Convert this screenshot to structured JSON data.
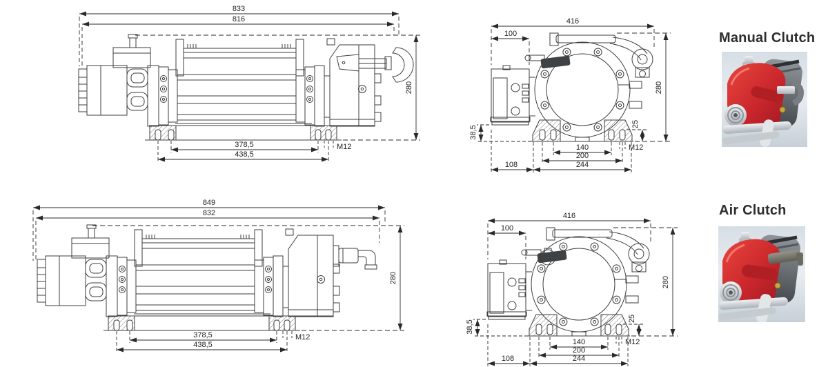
{
  "sections": {
    "manual": {
      "title": "Manual Clutch"
    },
    "air": {
      "title": "Air Clutch"
    }
  },
  "drawings": {
    "manual_side": {
      "overall_length": "833",
      "body_length": "816",
      "height": "280",
      "mount_span_inner": "378,5",
      "mount_span_outer": "438,5",
      "bolt_thread": "M12"
    },
    "manual_front": {
      "overall_width": "416",
      "bracket_width": "100",
      "height": "280",
      "base_height": "38,5",
      "slot_height": "25",
      "bolt_span_inner": "140",
      "bolt_span_mid": "200",
      "bolt_span_outer": "244",
      "side_offset": "108",
      "bolt_thread": "M12"
    },
    "air_side": {
      "overall_length": "849",
      "body_length": "832",
      "height": "280",
      "mount_span_inner": "378,5",
      "mount_span_outer": "438,5",
      "bolt_thread": "M12"
    },
    "air_front": {
      "overall_width": "416",
      "bracket_width": "100",
      "height": "280",
      "base_height": "38,5",
      "slot_height": "25",
      "bolt_span_inner": "140",
      "bolt_span_mid": "200",
      "bolt_span_outer": "244",
      "side_offset": "108",
      "bolt_thread": "M12"
    }
  },
  "colors": {
    "line": "#3d3d3d",
    "dim": "#2a2a2a",
    "accent_red": "#c8252c",
    "photo_background": "#cfd8e0"
  }
}
